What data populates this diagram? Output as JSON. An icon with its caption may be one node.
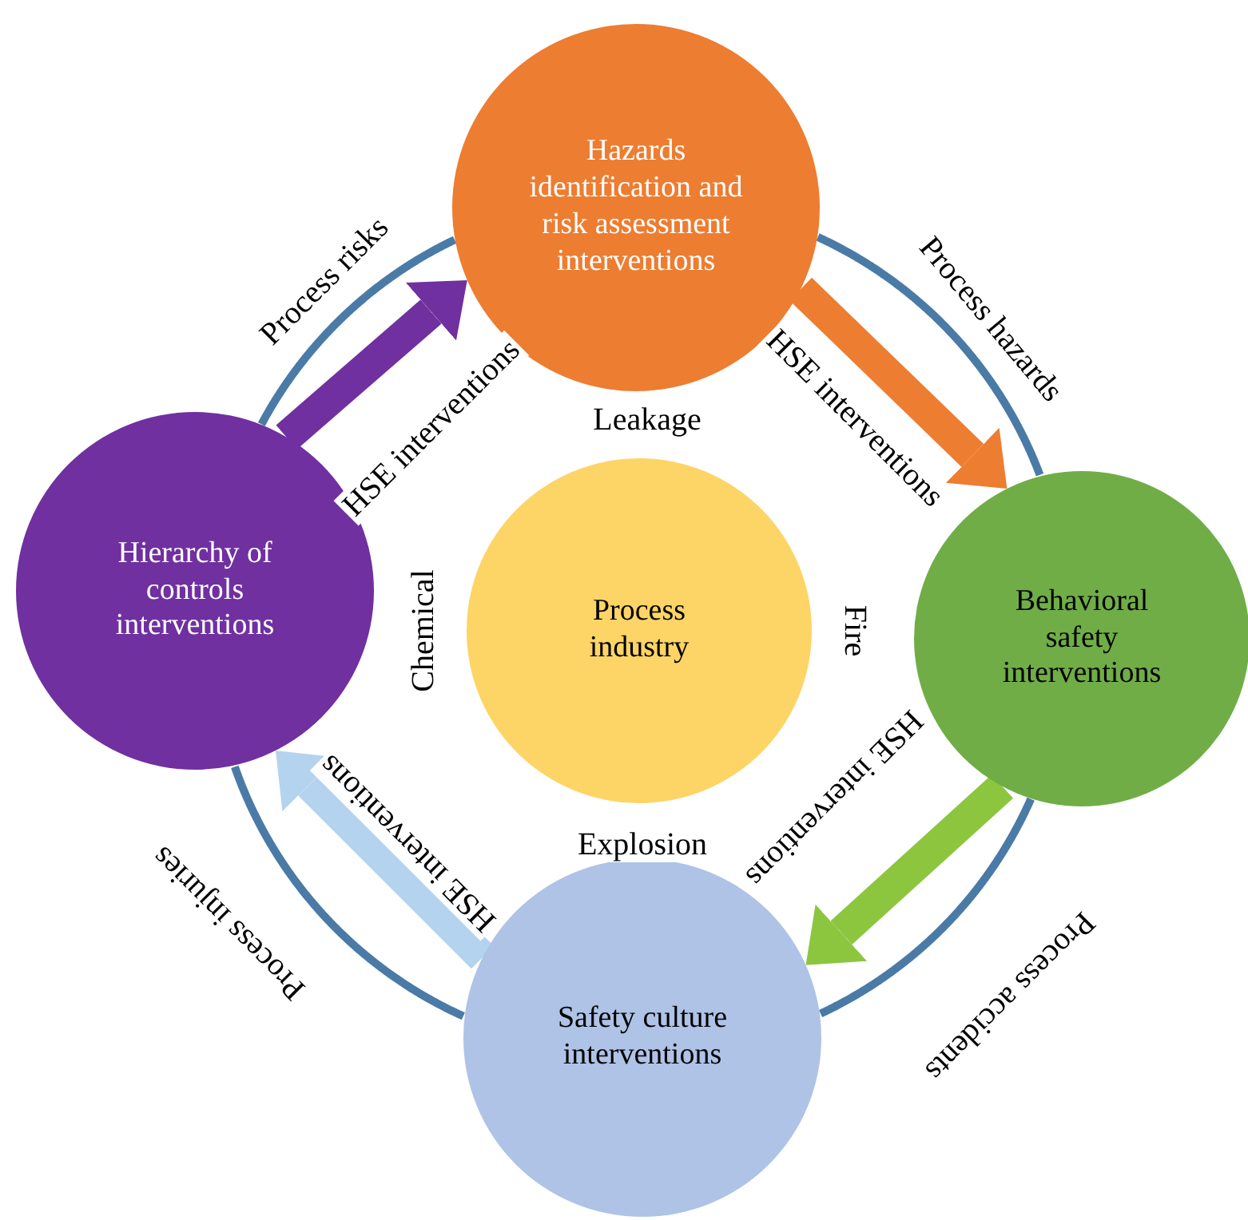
{
  "diagram": {
    "nodes": [
      {
        "text": [
          "Hazards identification and risk assessment interventions"
        ]
      },
      {
        "text": [
          "Hierarchy of controls interventions"
        ]
      },
      {
        "text": [
          "Process industry"
        ]
      },
      {
        "text": [
          "Behavioral safety interventions"
        ]
      },
      {
        "text": [
          "Safety culture interventions"
        ]
      }
    ],
    "edges": [
      {
        "from": 1,
        "to": 0,
        "arrow": "to",
        "style": "thick",
        "color": "#7030a0",
        "label": "HSE interventions"
      },
      {
        "from": 0,
        "to": 3,
        "arrow": "to",
        "style": "thick",
        "color": "#ed7d31",
        "label": "HSE interventions"
      },
      {
        "from": 3,
        "to": 4,
        "arrow": "to",
        "style": "thick",
        "color": "#8cc63f",
        "label": "HSE interventions"
      },
      {
        "from": 4,
        "to": 1,
        "arrow": "to",
        "style": "thick",
        "color": "#b4d3ef",
        "label": "HSE interventions"
      },
      {
        "from": 1,
        "to": 0,
        "arrow": "none",
        "label": "Process risks"
      },
      {
        "from": 0,
        "to": 3,
        "arrow": "none",
        "label": "Process hazards"
      },
      {
        "from": 3,
        "to": 4,
        "arrow": "none",
        "label": "Process accidents"
      },
      {
        "from": 4,
        "to": 1,
        "arrow": "none",
        "label": "Process injuries"
      }
    ],
    "labels": [
      "Leakage",
      "Chemical",
      "Fire",
      "Explosion"
    ]
  }
}
